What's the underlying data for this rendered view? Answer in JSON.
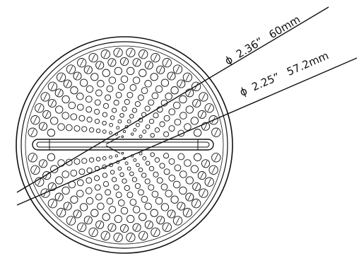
{
  "dimensions": [
    {
      "symbol": "ϕ",
      "inch": "2.36”",
      "metric": "60mm"
    },
    {
      "symbol": "ϕ",
      "inch": "2.25”",
      "metric": "57.2mm"
    }
  ],
  "colors": {
    "line": "#111111",
    "background": "#ffffff"
  }
}
